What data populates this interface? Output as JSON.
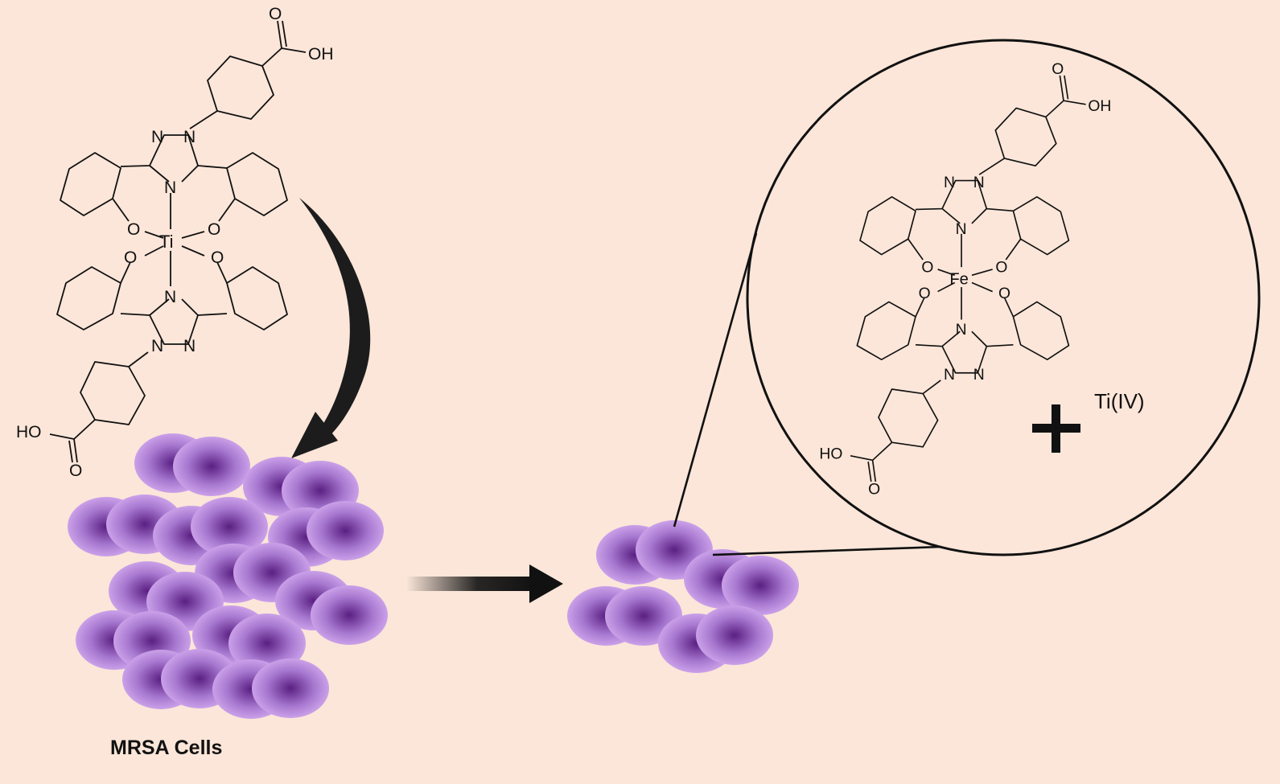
{
  "title": "",
  "colors": {
    "background": "#fbe6d9",
    "cell_light": "#c79ae6",
    "cell_dark": "#5a1f82",
    "ink": "#111111"
  },
  "complex_ti": {
    "metal": "Ti",
    "donor_o": "O",
    "donor_n": "N",
    "acid_top": {
      "oxo": "O",
      "hydroxyl": "OH"
    },
    "acid_bottom": {
      "oxo": "O",
      "hydroxyl": "HO"
    }
  },
  "complex_fe": {
    "metal": "Fe",
    "donor_o": "O",
    "donor_n": "N",
    "acid_top": {
      "oxo": "O",
      "hydroxyl": "OH"
    },
    "acid_bottom": {
      "oxo": "O",
      "hydroxyl": "HO"
    }
  },
  "released_ion": "Ti(IV)",
  "plus_sign": "+",
  "cells_label": "MRSA Cells",
  "icons": {
    "curved_arrow": "curved-arrow-icon",
    "process_arrow": "right-arrow-icon",
    "zoom_callout": "magnifier-circle-icon"
  }
}
